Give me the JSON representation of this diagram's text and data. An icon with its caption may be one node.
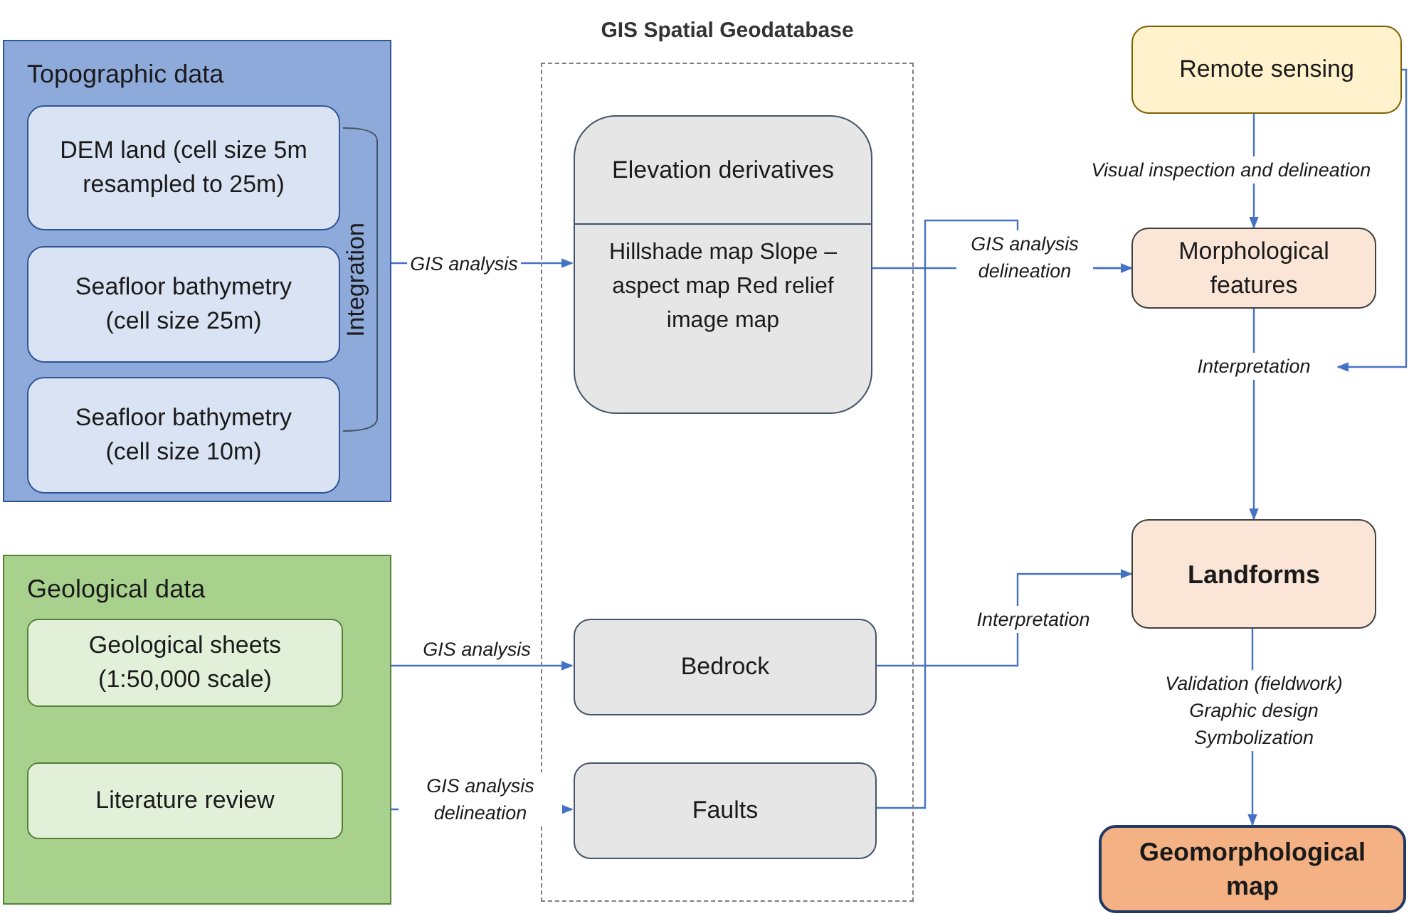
{
  "diagram": {
    "nodes": [
      {
        "text": [
          "Topographic data"
        ]
      },
      {
        "text": [
          "DEM  land (cell size 5m resampled to 25m)"
        ],
        "in": 0
      },
      {
        "text": [
          "Seafloor bathymetry (cell size 25m)"
        ],
        "in": 0
      },
      {
        "text": [
          "Seafloor bathymetry (cell size 10m)"
        ],
        "in": 0
      },
      {
        "text": [
          "Integration"
        ],
        "in": 0
      },
      {
        "text": [
          "Geological data"
        ]
      },
      {
        "text": [
          "Geological sheets (1:50,000 scale)"
        ],
        "in": 5
      },
      {
        "text": [
          "Literature review"
        ],
        "in": 5
      },
      {
        "text": [
          "GIS Spatial Geodatabase"
        ]
      },
      {
        "text": [
          "Elevation derivatives",
          "Hillshade map Slope – aspect map Red relief image map"
        ],
        "in": 8
      },
      {
        "text": [
          "Bedrock"
        ],
        "in": 8
      },
      {
        "text": [
          "Faults"
        ],
        "in": 8
      },
      {
        "text": [
          "Remote sensing"
        ]
      },
      {
        "text": [
          "Morphological features"
        ]
      },
      {
        "text": [
          "Landforms"
        ]
      },
      {
        "text": [
          "Geomorphological map"
        ]
      }
    ],
    "edges": [
      {
        "from": 4,
        "to": 9,
        "arrow": "to",
        "label": "GIS analysis"
      },
      {
        "from": 6,
        "to": 10,
        "arrow": "to",
        "label": "GIS analysis"
      },
      {
        "from": 7,
        "to": 11,
        "arrow": "to",
        "label": "GIS analysis delineation"
      },
      {
        "from": 9,
        "to": 13,
        "arrow": "to",
        "label": "GIS analysis delineation"
      },
      {
        "from": 11,
        "to": 13,
        "arrow": "to"
      },
      {
        "from": 10,
        "to": 14,
        "arrow": "to",
        "label": "Interpretation"
      },
      {
        "from": 12,
        "to": 13,
        "arrow": "to",
        "label": "Visual inspection and delineation"
      },
      {
        "from": 13,
        "to": 14,
        "arrow": "to",
        "label": "Interpretation"
      },
      {
        "from": 12,
        "to": null,
        "arrow": "to"
      },
      {
        "from": 14,
        "to": 15,
        "arrow": "to",
        "label": "Validation (fieldwork) Graphic design Symbolization"
      }
    ]
  }
}
